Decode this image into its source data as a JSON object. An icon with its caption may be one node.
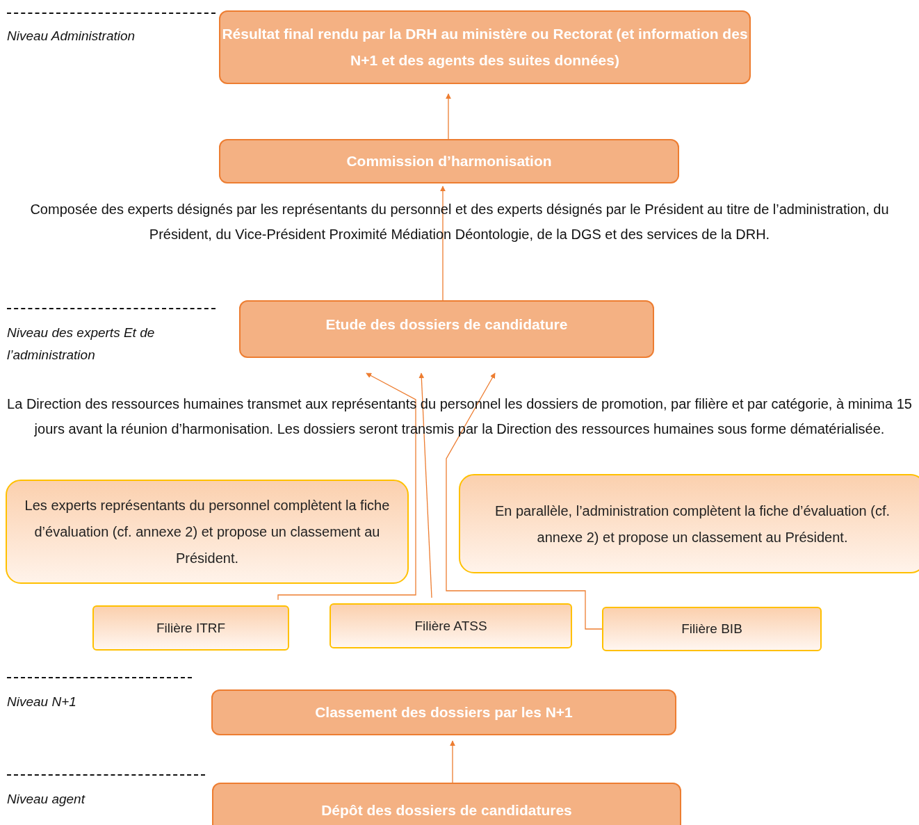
{
  "diagram": {
    "nodes": [
      {
        "text": [
          "Résultat final rendu par la DRH au ministère ou Rectorat (et information des N+1 et des agents des suites données)"
        ]
      },
      {
        "text": [
          "Commission d’harmonisation"
        ]
      },
      {
        "text": [
          "Etude des dossiers de candidature"
        ]
      },
      {
        "text": [
          "Les experts représentants du personnel complètent la fiche d’évaluation (cf. annexe 2) et propose un classement au Président."
        ]
      },
      {
        "text": [
          "En parallèle, l’administration complètent la fiche d’évaluation (cf. annexe 2) et propose un classement au Président."
        ]
      },
      {
        "text": [
          "Filière ITRF"
        ]
      },
      {
        "text": [
          "Filière ATSS"
        ]
      },
      {
        "text": [
          "Filière BIB"
        ]
      },
      {
        "text": [
          "Classement des dossiers par les N+1"
        ]
      },
      {
        "text": [
          "Dépôt des dossiers de candidatures"
        ]
      }
    ],
    "edges": [
      {
        "from": 1,
        "to": 0,
        "arrow": "to"
      },
      {
        "from": 2,
        "to": 1,
        "arrow": "to"
      },
      {
        "from": 5,
        "to": 2,
        "arrow": "to"
      },
      {
        "from": 6,
        "to": 2,
        "arrow": "to"
      },
      {
        "from": 7,
        "to": 2,
        "arrow": "to"
      },
      {
        "from": 9,
        "to": 8,
        "arrow": "to"
      }
    ],
    "labels": [
      "Niveau Administration",
      "Composée des experts désignés par les représentants du personnel et des experts désignés par le Président au titre de l’administration, du Président, du Vice-Président Proximité Médiation Déontologie, de la DGS et des services de la DRH.",
      "Niveau des experts Et de l’administration",
      "La Direction des ressources humaines transmet aux représentants du personnel les dossiers de promotion, par filière et par catégorie, à minima 15 jours avant la réunion d’harmonisation. Les dossiers seront transmis par la Direction des ressources humaines sous forme dématérialisée.",
      "Niveau N+1",
      "Niveau agent"
    ]
  }
}
